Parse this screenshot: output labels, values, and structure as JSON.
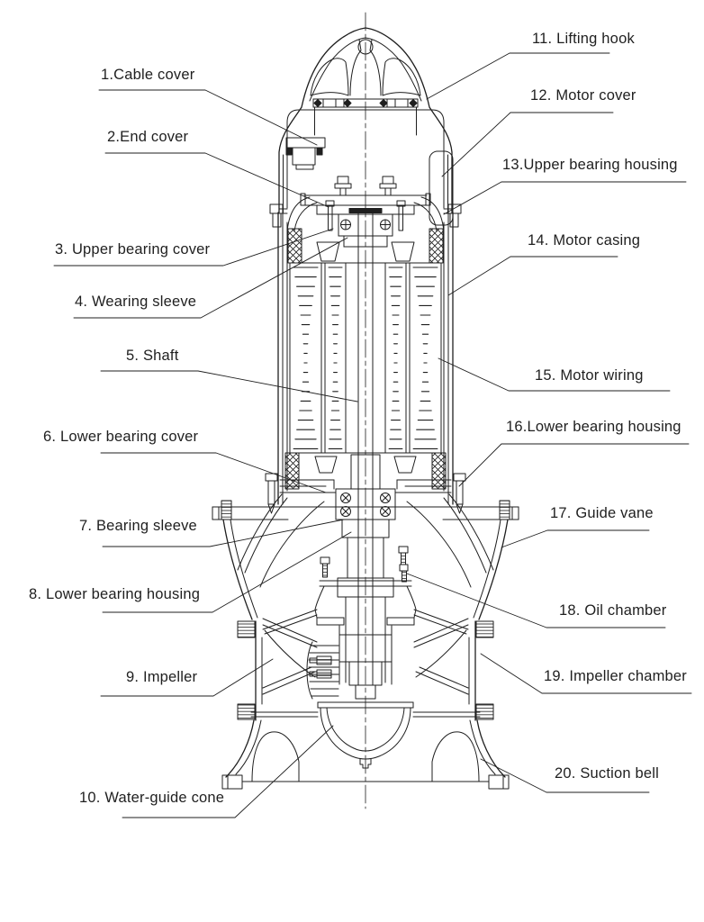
{
  "colors": {
    "ink": "#1f1f1f",
    "background": "#ffffff"
  },
  "parts": [
    {
      "num": "1",
      "label": "1.Cable cover"
    },
    {
      "num": "2",
      "label": "2.End cover"
    },
    {
      "num": "3",
      "label": "3. Upper bearing cover"
    },
    {
      "num": "4",
      "label": "4. Wearing sleeve"
    },
    {
      "num": "5",
      "label": "5. Shaft"
    },
    {
      "num": "6",
      "label": "6. Lower bearing cover"
    },
    {
      "num": "7",
      "label": "7. Bearing sleeve"
    },
    {
      "num": "8",
      "label": "8. Lower bearing housing"
    },
    {
      "num": "9",
      "label": "9. Impeller"
    },
    {
      "num": "10",
      "label": "10. Water-guide cone"
    },
    {
      "num": "11",
      "label": "11. Lifting hook"
    },
    {
      "num": "12",
      "label": "12. Motor cover"
    },
    {
      "num": "13",
      "label": "13.Upper bearing housing"
    },
    {
      "num": "14",
      "label": "14. Motor casing"
    },
    {
      "num": "15",
      "label": "15. Motor wiring"
    },
    {
      "num": "16",
      "label": "16.Lower bearing housing"
    },
    {
      "num": "17",
      "label": "17. Guide vane"
    },
    {
      "num": "18",
      "label": "18. Oil chamber"
    },
    {
      "num": "19",
      "label": "19. Impeller chamber"
    },
    {
      "num": "20",
      "label": "20. Suction bell"
    }
  ]
}
